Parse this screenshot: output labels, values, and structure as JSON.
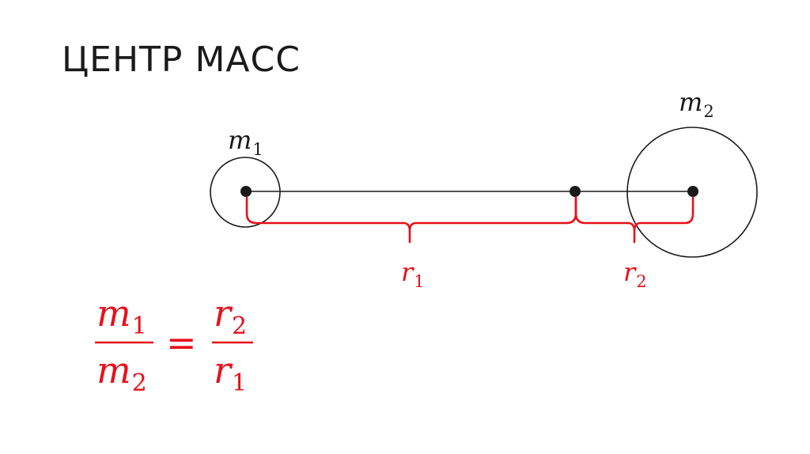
{
  "title": "ЦЕНТР МАСС",
  "colors": {
    "ink": "#1a1a1a",
    "accent": "#e8101a"
  },
  "masses": {
    "m1": {
      "base": "m",
      "sub": "1"
    },
    "m2": {
      "base": "m",
      "sub": "2"
    }
  },
  "distances": {
    "r1": {
      "base": "r",
      "sub": "1"
    },
    "r2": {
      "base": "r",
      "sub": "2"
    }
  },
  "formula": {
    "lhs_numerator": {
      "base": "m",
      "sub": "1"
    },
    "lhs_denominator": {
      "base": "m",
      "sub": "2"
    },
    "equals": "=",
    "rhs_numerator": {
      "base": "r",
      "sub": "2"
    },
    "rhs_denominator": {
      "base": "r",
      "sub": "1"
    }
  }
}
